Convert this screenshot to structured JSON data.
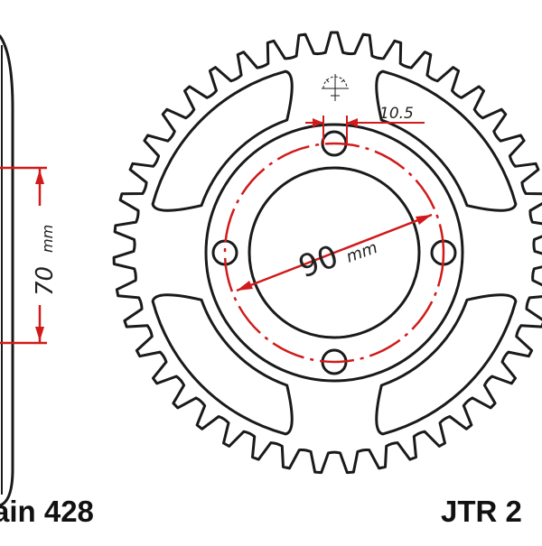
{
  "diagram": {
    "chain_label": "ain 428",
    "part_label": "JTR 2",
    "dim_70": {
      "value": "70",
      "unit": "mm"
    },
    "dim_90": {
      "value": "90",
      "unit": "mm"
    },
    "dim_10_5": {
      "value": "10.5"
    },
    "sprocket": {
      "teeth_visible": 43
    },
    "colors": {
      "outline": "#1a1a1a",
      "dimension": "#d11a1a",
      "background": "#ffffff",
      "dim_text": "#222222"
    }
  }
}
